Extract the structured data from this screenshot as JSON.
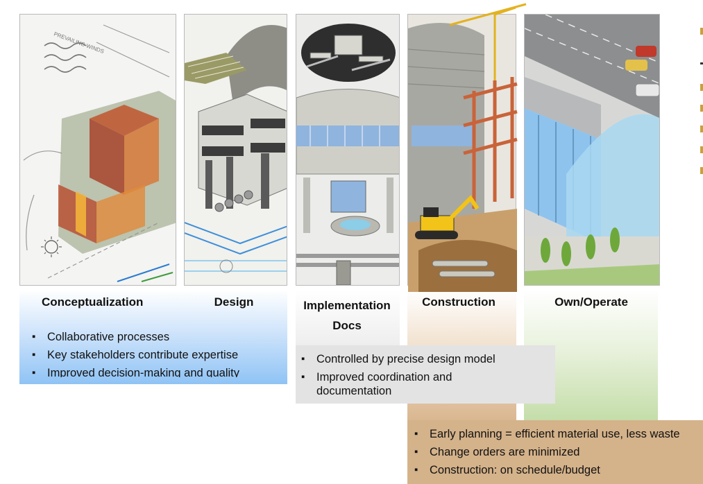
{
  "stages": [
    {
      "label": "Conceptualization"
    },
    {
      "label": "Design"
    },
    {
      "label": "Implementation Docs"
    },
    {
      "label": "Construction"
    },
    {
      "label": "Own/Operate"
    }
  ],
  "boxes": {
    "blue": {
      "color": "#8fc3f5",
      "bullets": [
        "Collaborative processes",
        "Key stakeholders contribute expertise",
        "Improved decision-making and quality"
      ]
    },
    "gray": {
      "color": "#e3e3e3",
      "bullets": [
        "Controlled by precise design model",
        "Improved coordination and documentation"
      ]
    },
    "tan": {
      "color": "#d4b28a",
      "bullets": [
        "Early planning = efficient material use, less waste",
        "Change orders are minimized",
        "Construction: on schedule/budget"
      ]
    },
    "green": {
      "color": "#c9e0b1"
    }
  },
  "sketch_text": "PREVAILING WINDS",
  "icons": [
    "wind-arrows-icon",
    "sun-icon",
    "crane-icon",
    "excavator-icon",
    "car-icon"
  ]
}
